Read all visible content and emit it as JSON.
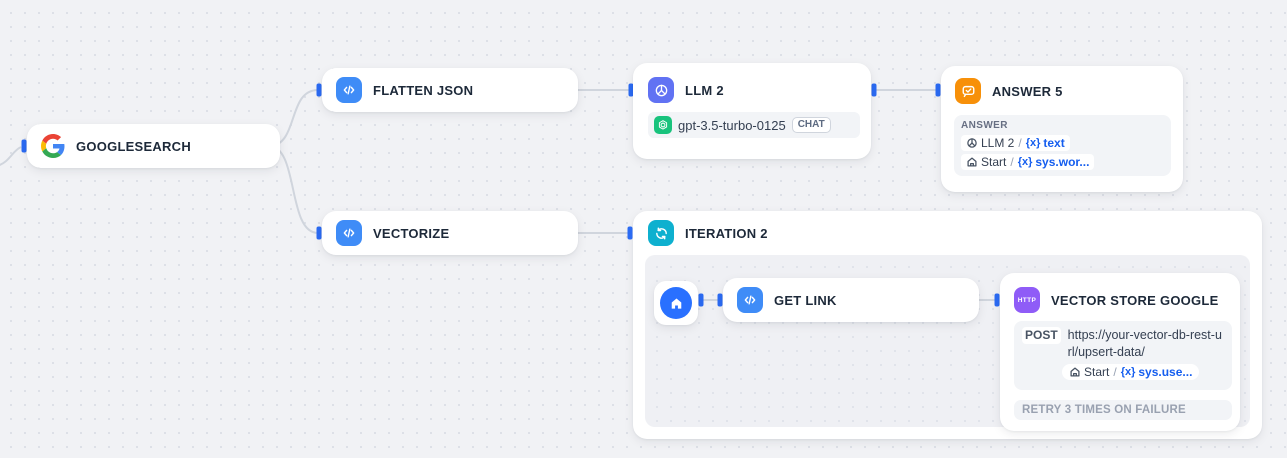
{
  "canvas": {
    "background_color": "#f1f2f5",
    "dot_color": "#dde0e7",
    "edge_color": "#d0d5dd",
    "handle_color": "#2b6bf3"
  },
  "icons": {
    "variable_prefix": "{x}",
    "http_label": "HTTP"
  },
  "nodes": {
    "googlesearch": {
      "title": "GOOGLESEARCH"
    },
    "flatten_json": {
      "title": "FLATTEN JSON"
    },
    "llm2": {
      "title": "LLM 2",
      "model": {
        "name": "gpt-3.5-turbo-0125",
        "mode": "CHAT"
      }
    },
    "answer5": {
      "title": "ANSWER 5",
      "section_label": "ANSWER",
      "variables": [
        {
          "source": "LLM 2",
          "sep": "/",
          "var": "text"
        },
        {
          "source": "Start",
          "sep": "/",
          "var": "sys.wor..."
        }
      ]
    },
    "vectorize": {
      "title": "VECTORIZE"
    },
    "iteration2": {
      "title": "ITERATION 2"
    },
    "get_link": {
      "title": "GET LINK"
    },
    "vector_store_google": {
      "title": "VECTOR STORE GOOGLE",
      "method": "POST",
      "url": "https://your-vector-db-rest-url/upsert-data/",
      "variable": {
        "source": "Start",
        "sep": "/",
        "var": "sys.use..."
      },
      "retry_note": "RETRY 3 TIMES ON FAILURE"
    }
  }
}
